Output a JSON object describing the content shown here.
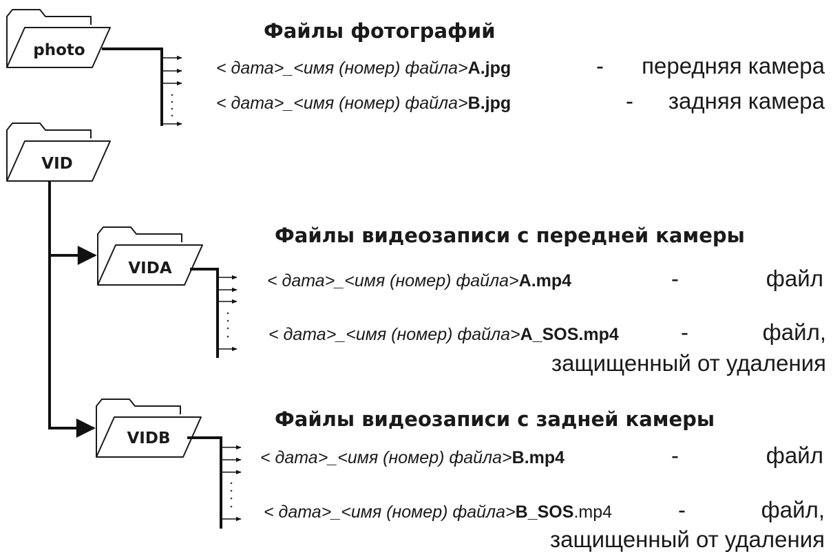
{
  "folders": {
    "photo": "photo",
    "vid": "VID",
    "vida": "VIDA",
    "vidb": "VIDB"
  },
  "photo_section": {
    "title": "Файлы фотографий",
    "rows": [
      {
        "prefix": "< дата>_<имя (номер) файла>",
        "suffix": "A.jpg",
        "dash": "-",
        "desc": "передняя камера"
      },
      {
        "prefix": "< дата>_<имя (номер) файла>",
        "suffix": "B.jpg",
        "dash": "-",
        "desc": "задняя камера"
      }
    ]
  },
  "vida_section": {
    "title": "Файлы видеозаписи с передней камеры",
    "rows": [
      {
        "prefix": "< дата>_<имя (номер) файла>",
        "suffix": "A.mp4",
        "dash": "-",
        "desc": "файл"
      },
      {
        "prefix": "< дата>_<имя (номер) файла>",
        "suffix": "A_SOS.mp4",
        "dash": "-",
        "desc": "файл,",
        "desc2": "защищенный от удаления"
      }
    ]
  },
  "vidb_section": {
    "title": "Файлы видеозаписи с задней камеры",
    "rows": [
      {
        "prefix": "< дата>_<имя (номер) файла>",
        "suffix": "B.mp4",
        "dash": "-",
        "desc": "файл"
      },
      {
        "prefix": "< дата>_<имя (номер) файла>",
        "suffix": "B_SOS",
        "suffix_ext": ".mp4",
        "dash": "-",
        "desc": "файл,",
        "desc2": "защищенный от удаления"
      }
    ]
  }
}
